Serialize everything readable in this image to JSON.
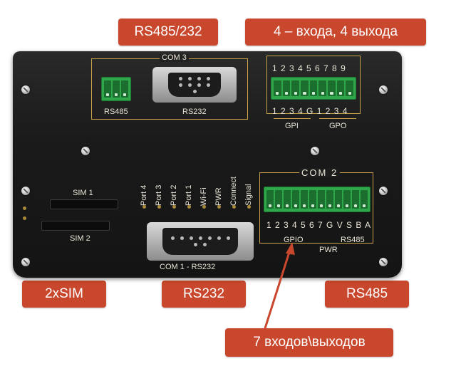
{
  "callouts": {
    "rs485_232": "RS485/232",
    "io_4x4": "4 – входа, 4 выхода",
    "sim": "2xSIM",
    "rs232": "RS232",
    "rs485": "RS485",
    "io_7": "7 входов\\выходов"
  },
  "device": {
    "com3_label": "COM 3",
    "rs485_label": "RS485",
    "rs232_label": "RS232",
    "gpio_pins_top": "1 2 3 4 5 6 7 8 9",
    "gpio_pins_bottom": "1 2 3 4 G 1 2 3 4",
    "gpi_label": "GPI",
    "gpo_label": "GPO",
    "com2_label": "COM 2",
    "com2_pins": "1 2 3 4 5 6 7 G V S B A",
    "gpio_label": "GPIO",
    "rs485_right_label": "RS485",
    "pwr_right_label": "PWR",
    "sim1_label": "SIM 1",
    "sim2_label": "SIM 2",
    "com1_label": "COM 1 - RS232",
    "leds": [
      "Port 4",
      "Port 3",
      "Port 2",
      "Port 1",
      "Wi-Fi",
      "PWR",
      "Connect",
      "Signal"
    ]
  },
  "colors": {
    "callout": "#c8472d",
    "device_body": "#1a1a1a",
    "silkscreen_outline": "#c9a24a",
    "terminal_green": "#2ea64a"
  }
}
